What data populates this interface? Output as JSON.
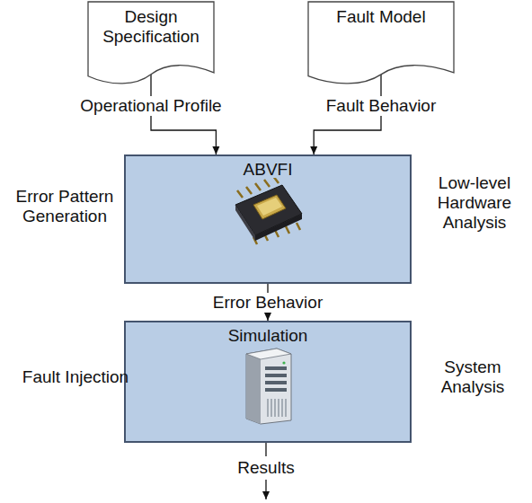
{
  "diagram": {
    "nodes": [
      {
        "text": [
          "Design Specification"
        ]
      },
      {
        "text": [
          "Fault Model"
        ]
      },
      {
        "text": [
          "ABVFI"
        ]
      },
      {
        "text": [
          "Simulation"
        ]
      }
    ],
    "edges": [
      {
        "from": 0,
        "to": 2,
        "label": "Operational Profile",
        "arrow": "to"
      },
      {
        "from": 1,
        "to": 2,
        "label": "Fault Behavior",
        "arrow": "to"
      },
      {
        "from": 2,
        "to": 3,
        "label": "Error Behavior",
        "arrow": "to"
      }
    ],
    "labels": [
      "Error Pattern Generation",
      "Low-level Hardware Analysis",
      "Fault Injection",
      "System Analysis",
      "Results"
    ]
  }
}
